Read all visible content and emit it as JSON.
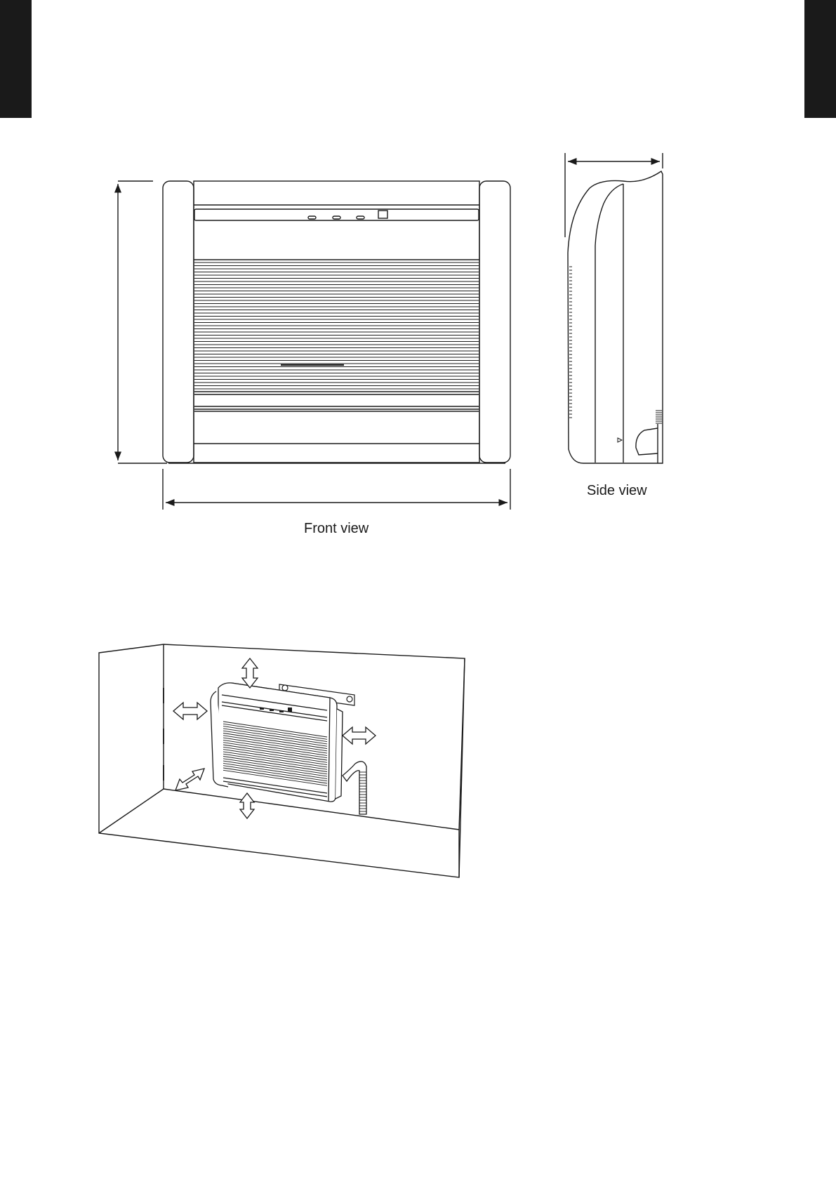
{
  "captions": {
    "front_view": "Front view",
    "side_view": "Side view"
  },
  "colors": {
    "ink": "#1a1a1a",
    "tab": "#1a1a1a",
    "arrow_fill": "#ffffff"
  },
  "icons": {
    "dimension_arrow": "double-headed-arrow",
    "clearance_arrow": "hollow-double-arrow"
  }
}
